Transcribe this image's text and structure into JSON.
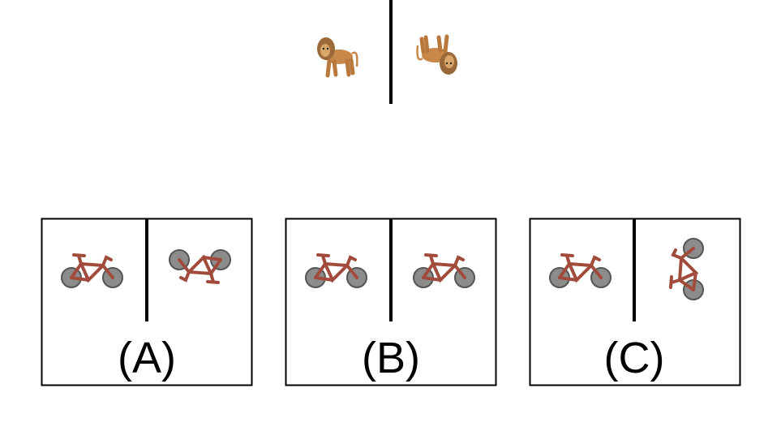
{
  "example": {
    "left_image": "lion-standing-icon",
    "right_image": "lion-flipped-icon"
  },
  "options": [
    {
      "label": "(A)",
      "left_image": "bicycle-icon",
      "right_image": "bicycle-rotated-icon"
    },
    {
      "label": "(B)",
      "left_image": "bicycle-icon",
      "right_image": "bicycle-icon"
    },
    {
      "label": "(C)",
      "left_image": "bicycle-icon",
      "right_image": "bicycle-rotated-icon"
    }
  ],
  "colors": {
    "bike_frame": "#a14b3c",
    "bike_wheel": "#8c8c8c",
    "lion_body": "#c8884a",
    "lion_mane": "#9a6a3a",
    "line": "#000000"
  }
}
